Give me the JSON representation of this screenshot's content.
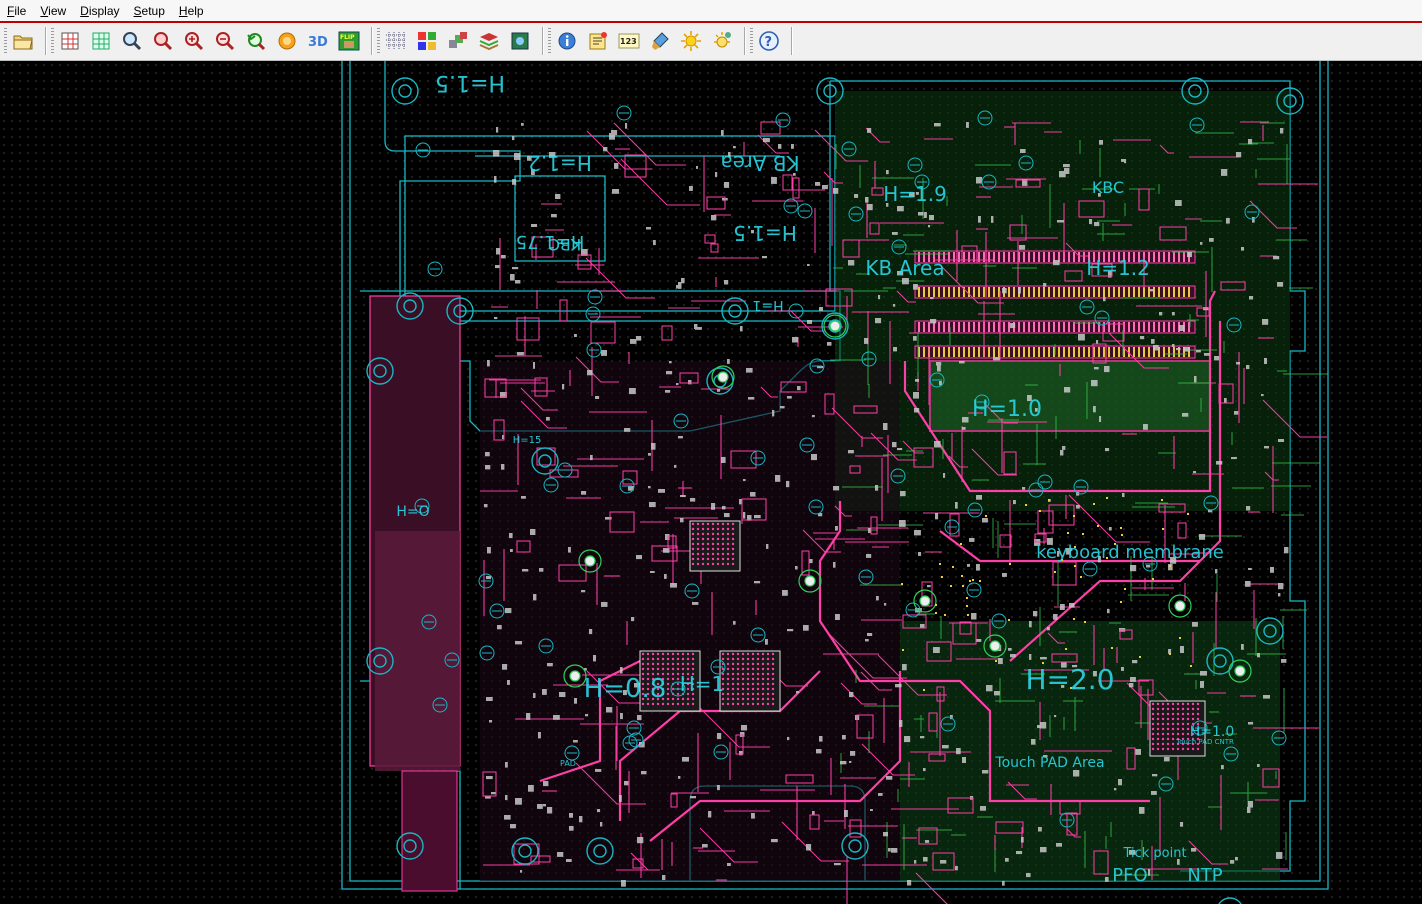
{
  "menu": [
    "File",
    "View",
    "Display",
    "Setup",
    "Help"
  ],
  "toolbar": {
    "groups": [
      [
        {
          "icon": "open-folder-icon",
          "kind": "folder"
        }
      ],
      [
        {
          "icon": "zoom-extents-icon",
          "kind": "grid1"
        },
        {
          "icon": "zoom-board-icon",
          "kind": "grid2"
        },
        {
          "icon": "zoom-window-icon",
          "kind": "mag"
        },
        {
          "icon": "zoom-area-icon",
          "kind": "magred"
        },
        {
          "icon": "zoom-in-icon",
          "kind": "magplus"
        },
        {
          "icon": "zoom-out-icon",
          "kind": "magminus"
        },
        {
          "icon": "zoom-previous-icon",
          "kind": "undo"
        },
        {
          "icon": "rotate-icon",
          "kind": "orange"
        },
        {
          "icon": "3d-view-icon",
          "kind": "text3d",
          "label": "3D"
        },
        {
          "icon": "flip-board-icon",
          "kind": "flip",
          "label": "FLIP"
        }
      ],
      [
        {
          "icon": "grid-toggle-icon",
          "kind": "hash"
        },
        {
          "icon": "layers-icon",
          "kind": "squares"
        },
        {
          "icon": "components-icon",
          "kind": "stack"
        },
        {
          "icon": "layer-stack-icon",
          "kind": "layers"
        },
        {
          "icon": "board-outline-icon",
          "kind": "chip"
        }
      ],
      [
        {
          "icon": "info-icon",
          "kind": "info"
        },
        {
          "icon": "properties-icon",
          "kind": "props"
        },
        {
          "icon": "net-numbers-icon",
          "kind": "num",
          "label": "123"
        },
        {
          "icon": "highlight-brush-icon",
          "kind": "brush"
        },
        {
          "icon": "brightness-icon",
          "kind": "sun"
        },
        {
          "icon": "bright-settings-icon",
          "kind": "sunbulb"
        }
      ],
      [
        {
          "icon": "help-icon",
          "kind": "help"
        }
      ]
    ]
  },
  "silkscreen": [
    {
      "text": "H=1.5",
      "flip": true
    },
    {
      "text": "H=1.2",
      "flip": true
    },
    {
      "text": "KB Area",
      "flip": true
    },
    {
      "text": "H=1.75",
      "flip": true
    },
    {
      "text": "KBC",
      "flip": true
    },
    {
      "text": "H=1.5",
      "flip": true
    },
    {
      "text": "H=1",
      "flip": true
    },
    {
      "text": "KBC",
      "flip": false
    },
    {
      "text": "H=1.9",
      "flip": false
    },
    {
      "text": "KB Area",
      "flip": false
    },
    {
      "text": "H=1.2",
      "flip": false
    },
    {
      "text": "H=1.0",
      "flip": false
    },
    {
      "text": "keyboard membrane",
      "flip": false
    },
    {
      "text": "H=2.0",
      "flip": false
    },
    {
      "text": "H=0.8",
      "flip": false
    },
    {
      "text": "H=1",
      "flip": false
    },
    {
      "text": "H=1.0",
      "flip": false
    },
    {
      "text": "Touch PAD Area",
      "flip": false
    },
    {
      "text": "Touch PAD CNTR",
      "flip": false
    },
    {
      "text": "PFO",
      "flip": false
    },
    {
      "text": "NTP",
      "flip": false
    },
    {
      "text": "Tick point",
      "flip": false
    },
    {
      "text": "H=O",
      "flip": false
    },
    {
      "text": "H=15",
      "flip": false
    },
    {
      "text": "PAD",
      "flip": false
    }
  ],
  "colors": {
    "outline": "#19b7c4",
    "top_copper": "#ff3fa8",
    "bottom_copper": "#1d8a2a",
    "pads": "#c8c8c8",
    "silk_text": "#2ad6e6",
    "menu_accent": "#c00000"
  }
}
